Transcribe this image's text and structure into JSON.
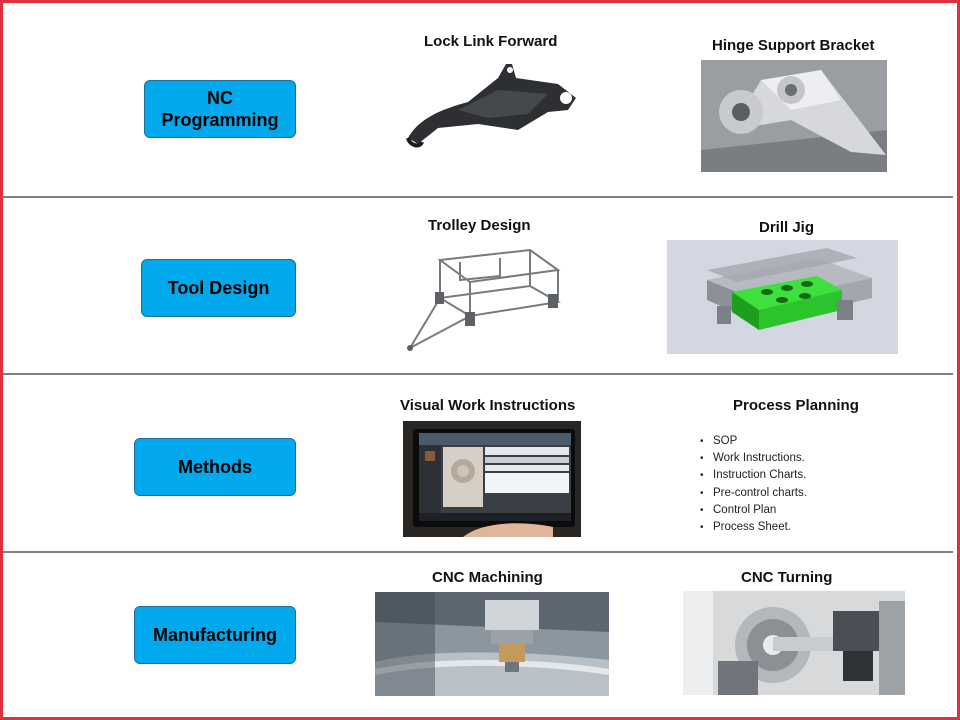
{
  "categories": [
    {
      "label": "NC Programming"
    },
    {
      "label": "Tool Design"
    },
    {
      "label": "Methods"
    },
    {
      "label": "Manufacturing"
    }
  ],
  "captions": {
    "lock_link": "Lock Link Forward",
    "hinge": "Hinge Support Bracket",
    "trolley": "Trolley Design",
    "drill_jig": "Drill Jig",
    "visual_work": "Visual Work Instructions",
    "process_planning": "Process  Planning",
    "cnc_machining": "CNC Machining",
    "cnc_turning": "CNC Turning"
  },
  "process_planning_items": [
    "SOP",
    "Work Instructions.",
    "Instruction Charts.",
    "Pre-control charts.",
    "Control Plan",
    "Process Sheet."
  ],
  "colors": {
    "frame": "#e03040",
    "button_fill": "#00a9ec",
    "button_border": "#1d6f9a",
    "jig_green": "#2fcf2f"
  }
}
